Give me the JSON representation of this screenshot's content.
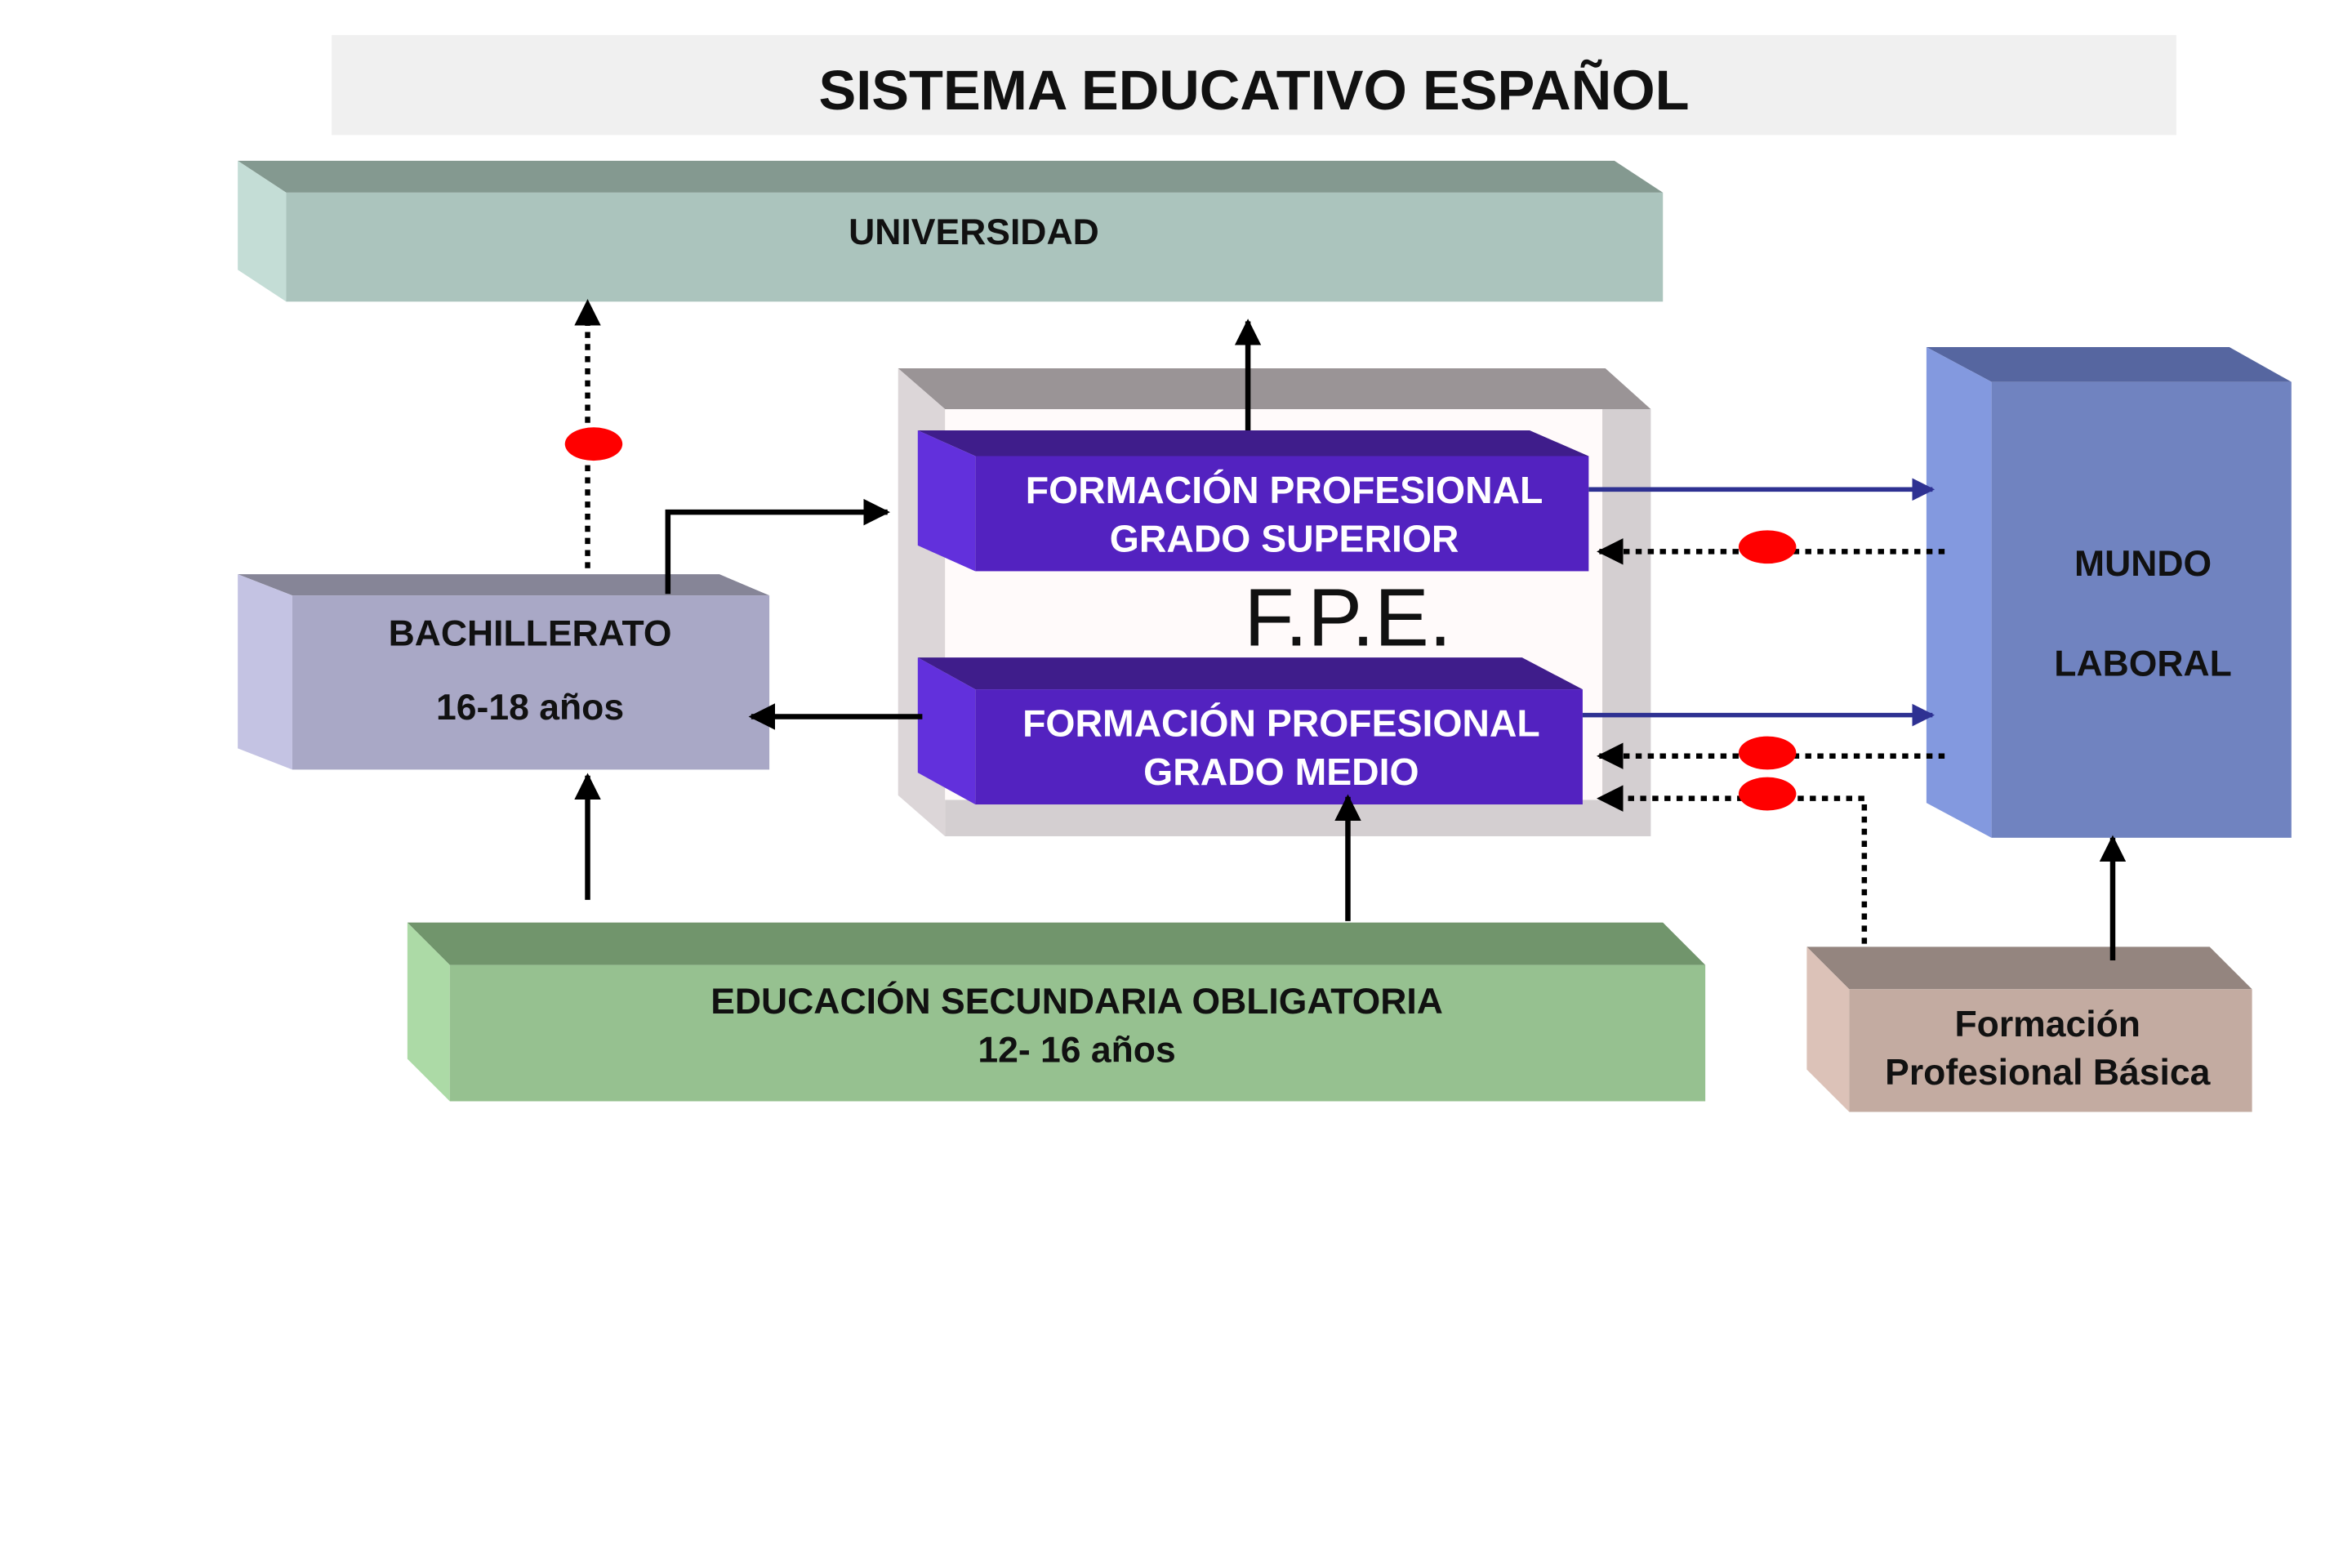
{
  "title": "SISTEMA EDUCATIVO ESPAÑOL",
  "nodes": {
    "universidad": {
      "label": "UNIVERSIDAD"
    },
    "bachillerato": {
      "label": "BACHILLERATO",
      "sublabel": "16-18 años"
    },
    "fp_superior": {
      "line1": "FORMACIÓN PROFESIONAL",
      "line2": "GRADO SUPERIOR"
    },
    "fp_medio": {
      "line1": "FORMACIÓN PROFESIONAL",
      "line2": "GRADO MEDIO"
    },
    "fpe": {
      "label": "F.P.E."
    },
    "eso": {
      "line1": "EDUCACIÓN SECUNDARIA OBLIGATORIA",
      "line2": "12- 16 años"
    },
    "mundo_laboral": {
      "line1": "MUNDO",
      "line2": "LABORAL"
    },
    "fp_basica": {
      "line1": "Formación",
      "line2": "Profesional Básica"
    }
  },
  "colors": {
    "title_bg": "#f0f0f0",
    "universidad_front": "#abc4bd",
    "universidad_top": "#849990",
    "universidad_side": "#c4ddd6",
    "bachillerato_front": "#a9a8c6",
    "bachillerato_top": "#868597",
    "bachillerato_side": "#c4c3e3",
    "fp_front": "#5322c0",
    "fp_top": "#3f1d8b",
    "fp_side": "#6230dc",
    "fpe_front": "#fffafa",
    "fpe_frame": "#d4cfd1",
    "fpe_top": "#9a9496",
    "eso_front": "#96c190",
    "eso_top": "#71956c",
    "eso_side": "#acdaa6",
    "mundo_front": "#7083c0",
    "mundo_top": "#5666a0",
    "mundo_side": "#8399df",
    "basica_front": "#c3aba1",
    "basica_top": "#94857f",
    "basica_side": "#dcc2b8",
    "blue_arrow": "#2e3192",
    "red_marker": "#ff0000",
    "black": "#000000"
  }
}
